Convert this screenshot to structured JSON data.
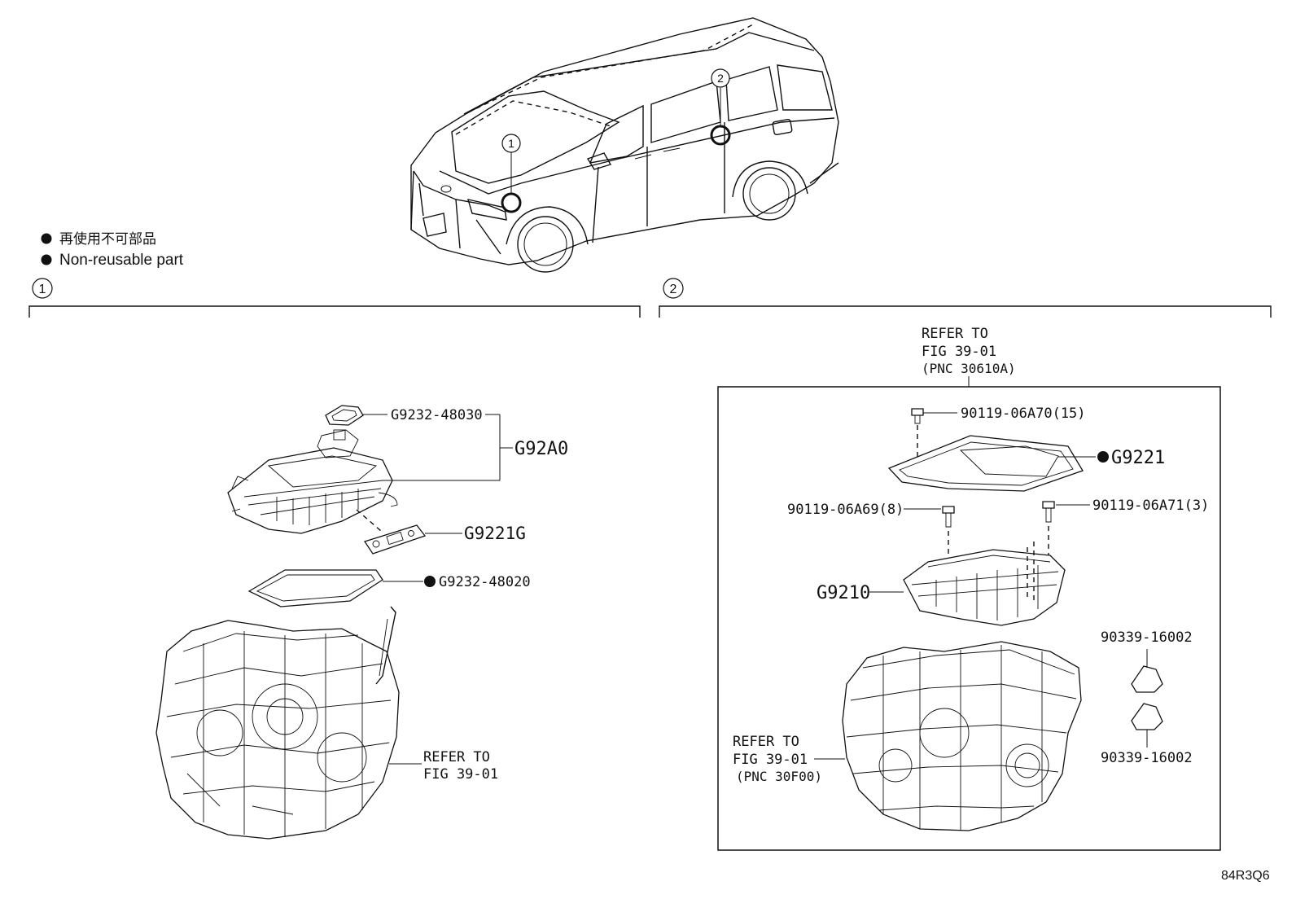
{
  "legend": {
    "jp_text": "再使用不可部品",
    "en_text": "Non-reusable part"
  },
  "markers": {
    "one": "1",
    "two": "2"
  },
  "section1": {
    "callouts": {
      "gasket_top": "G9232-48030",
      "inverter_assy": "G92A0",
      "plate": "G9221G",
      "gasket_bottom": "G9232-48020",
      "refer_line1": "REFER TO",
      "refer_line2": "FIG 39-01"
    }
  },
  "section2": {
    "refer_top_line1": "REFER TO",
    "refer_top_line2": "FIG 39-01",
    "refer_top_line3": "(PNC 30610A)",
    "callouts": {
      "bolt_top": "90119-06A70(15)",
      "pan": "G9221",
      "bolt_left": "90119-06A69(8)",
      "bolt_right": "90119-06A71(3)",
      "valve_body": "G9210",
      "plug_top": "90339-16002",
      "plug_bottom": "90339-16002",
      "refer_line1": "REFER TO",
      "refer_line2": "FIG 39-01",
      "refer_line3": "(PNC 30F00)"
    }
  },
  "figure_code": "84R3Q6"
}
